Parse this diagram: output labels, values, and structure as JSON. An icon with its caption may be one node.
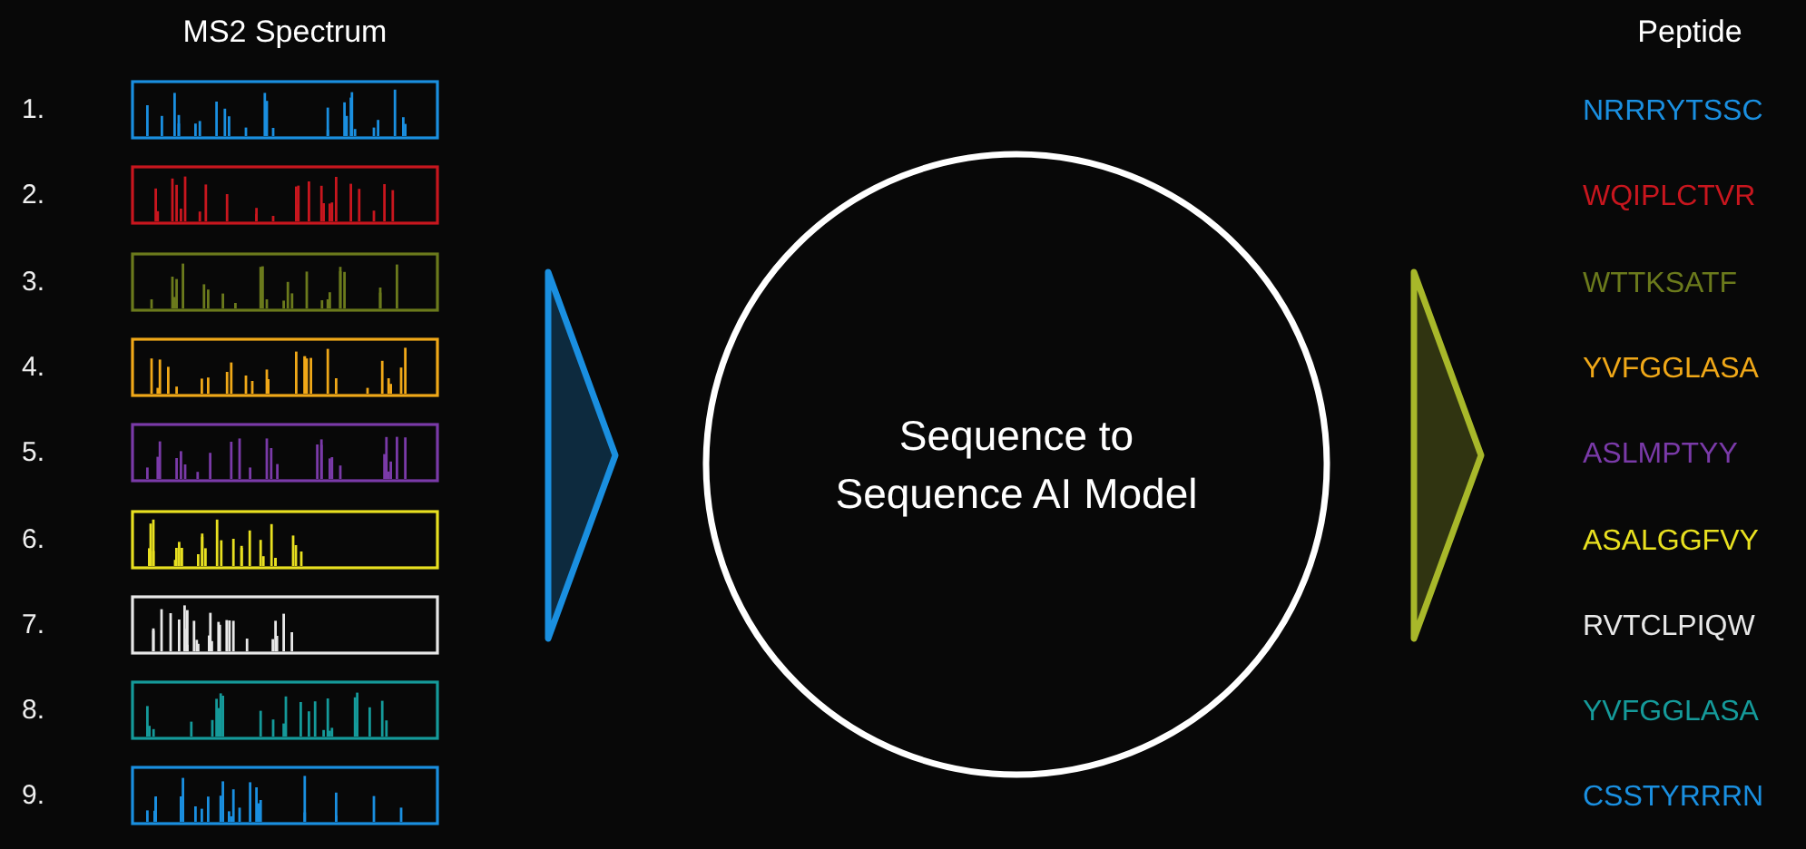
{
  "diagram": {
    "nodes": [
      {
        "text": [],
        "shape": "picture",
        "beside": [
          "1."
        ]
      },
      {
        "text": [],
        "shape": "picture",
        "beside": [
          "2."
        ]
      },
      {
        "text": [],
        "shape": "picture",
        "beside": [
          "3."
        ]
      },
      {
        "text": [],
        "shape": "picture",
        "beside": [
          "4."
        ]
      },
      {
        "text": [],
        "shape": "picture",
        "beside": [
          "5."
        ]
      },
      {
        "text": [],
        "shape": "picture",
        "beside": [
          "6."
        ]
      },
      {
        "text": [],
        "shape": "picture",
        "beside": [
          "7."
        ]
      },
      {
        "text": [],
        "shape": "picture",
        "beside": [
          "8."
        ]
      },
      {
        "text": [],
        "shape": "picture",
        "beside": [
          "9."
        ]
      },
      {
        "text": [],
        "shape": "triangle"
      },
      {
        "text": [
          "Sequence to Sequence AI Model"
        ]
      },
      {
        "text": [],
        "shape": "triangle"
      }
    ],
    "labels": [
      "MS2 Spectrum",
      "Peptide",
      "NRRRYTSSC",
      "WQIPLCTVR",
      "WTTKSATF",
      "YVFGGLASA",
      "ASLMPTYY",
      "ASALGGFVY",
      "RVTCLPIQW",
      "YVFGGLASA",
      "CSSTYRRRN"
    ]
  }
}
